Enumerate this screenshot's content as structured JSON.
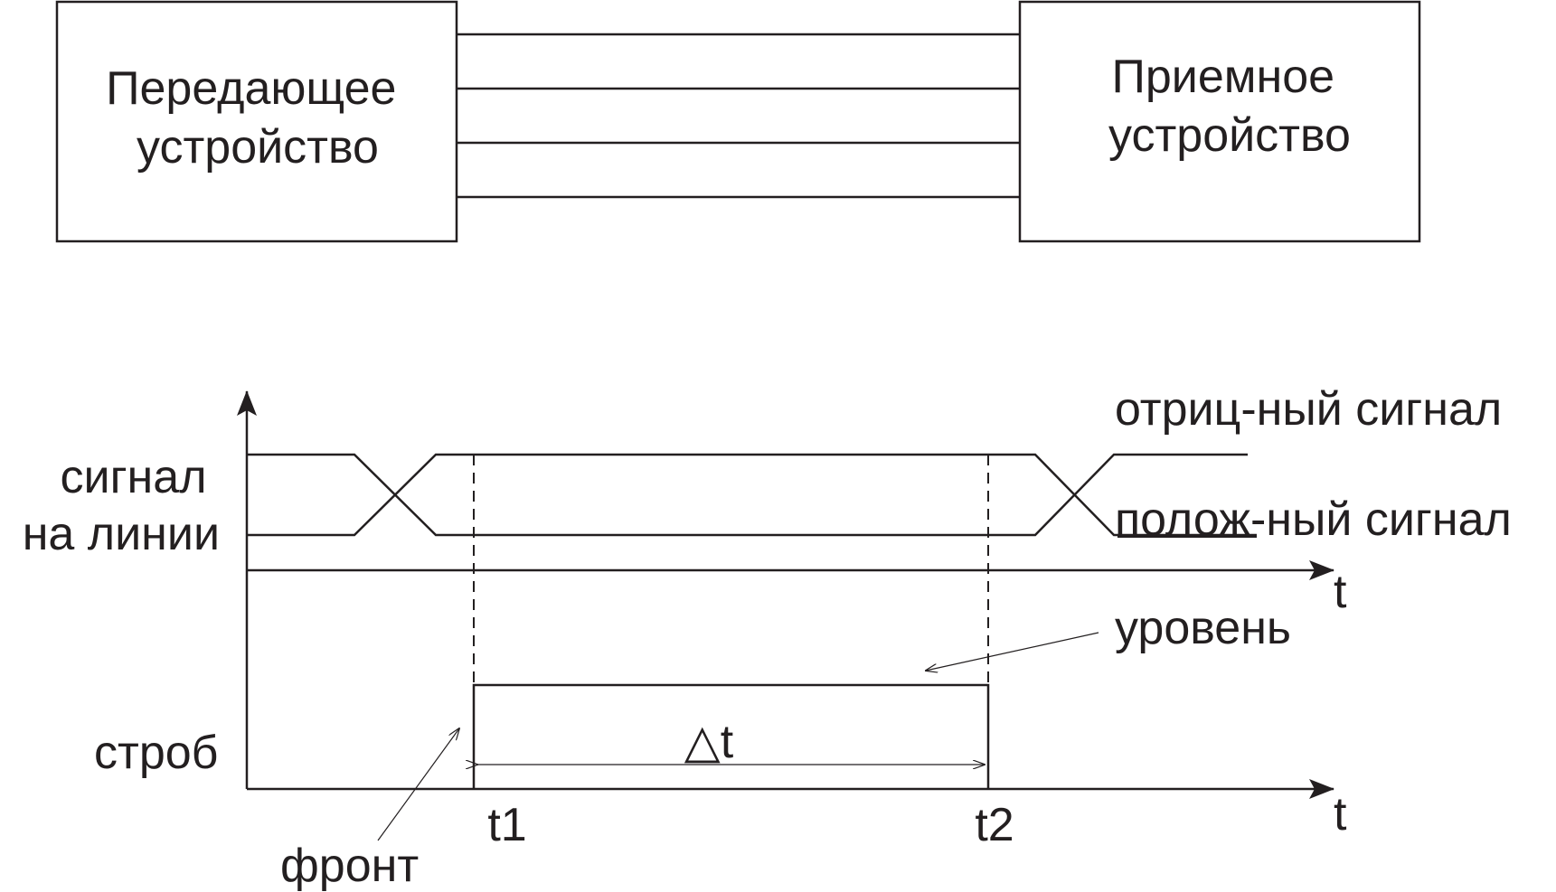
{
  "blocks": {
    "transmitter": [
      "Передающее",
      "устройство"
    ],
    "receiver": [
      "Приемное",
      "устройство"
    ]
  },
  "timing": {
    "line_signal_label": [
      "сигнал",
      "на линии"
    ],
    "negative_signal": "отриц-ный сигнал",
    "positive_signal": "полож-ный сигнал",
    "strobe_label": "строб",
    "level_label": "уровень",
    "front_label": "фронт",
    "delta_label": "△t",
    "t1": "t1",
    "t2": "t2",
    "time_axis_top": "t",
    "time_axis_bottom": "t"
  },
  "colors": {
    "ink": "#231f20",
    "background": "#ffffff"
  }
}
